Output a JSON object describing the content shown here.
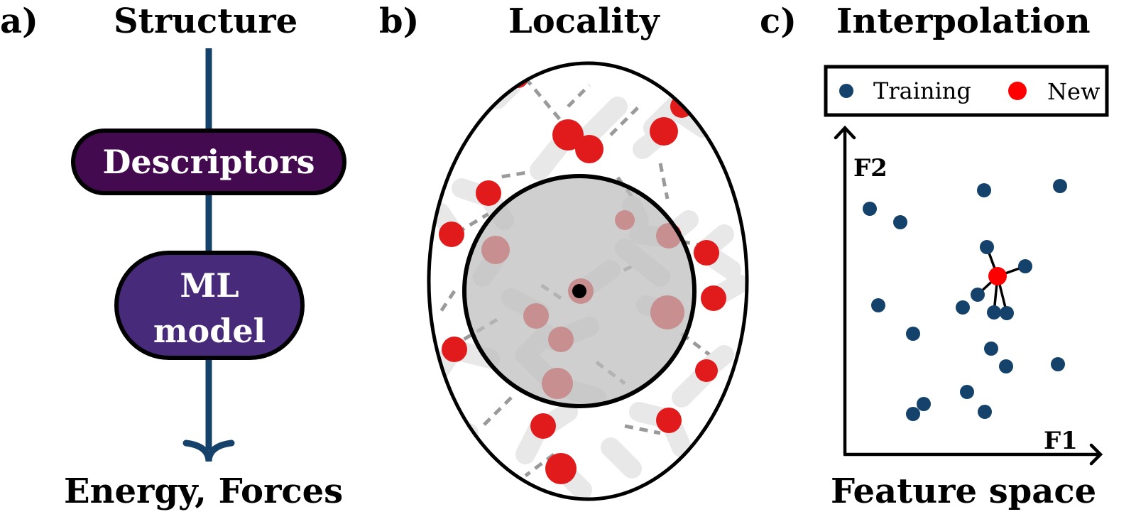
{
  "panel_a": {
    "letter": "a)",
    "title": "Structure",
    "node1": "Descriptors",
    "node2_line1": "ML",
    "node2_line2": "model",
    "output": "Energy, Forces"
  },
  "panel_b": {
    "letter": "b)",
    "title": "Locality"
  },
  "panel_c": {
    "letter": "c)",
    "title": "Interpolation",
    "legend_training": "Training",
    "legend_new": "New",
    "y_axis": "F2",
    "x_axis": "F1",
    "caption": "Feature space"
  },
  "colors": {
    "flow_line": "#14426b",
    "node1_fill": "#440a50",
    "node2_fill": "#472a7a",
    "training_point": "#14426b",
    "new_point": "#ff0000",
    "oxygen": "#e11b1b",
    "hydrogen": "#f3f3f3",
    "cutoff_sphere": "#bdbdbd"
  }
}
